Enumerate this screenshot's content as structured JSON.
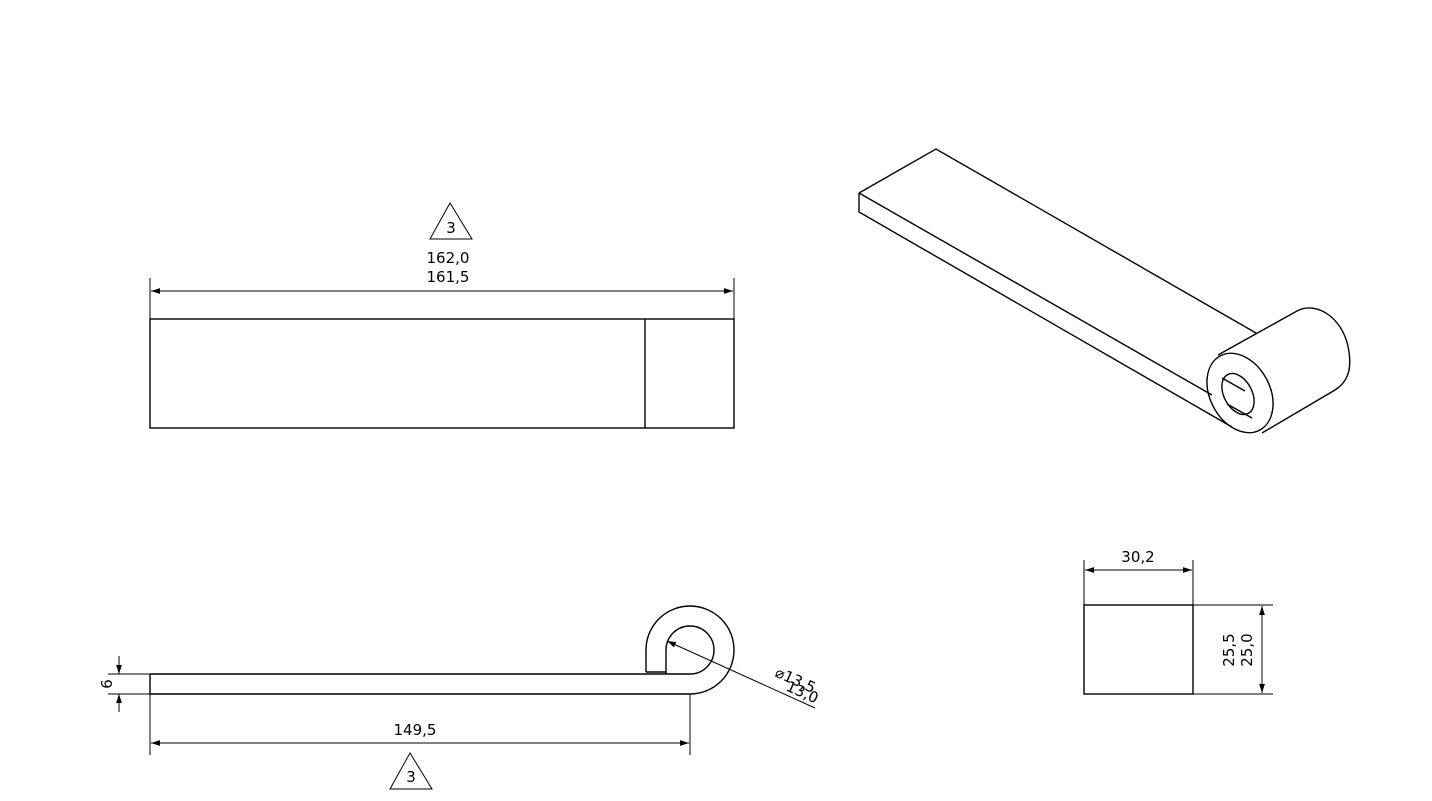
{
  "drawing": {
    "front_view": {
      "tolerance_note": "3",
      "length_max": "162,0",
      "length_min": "161,5"
    },
    "side_view": {
      "thickness": "6",
      "length": "149,5",
      "tolerance_note": "3",
      "diameter_max": "⌀13,5",
      "diameter_min": "13,0"
    },
    "end_view": {
      "width": "30,2",
      "height_max": "25,5",
      "height_min": "25,0"
    }
  }
}
